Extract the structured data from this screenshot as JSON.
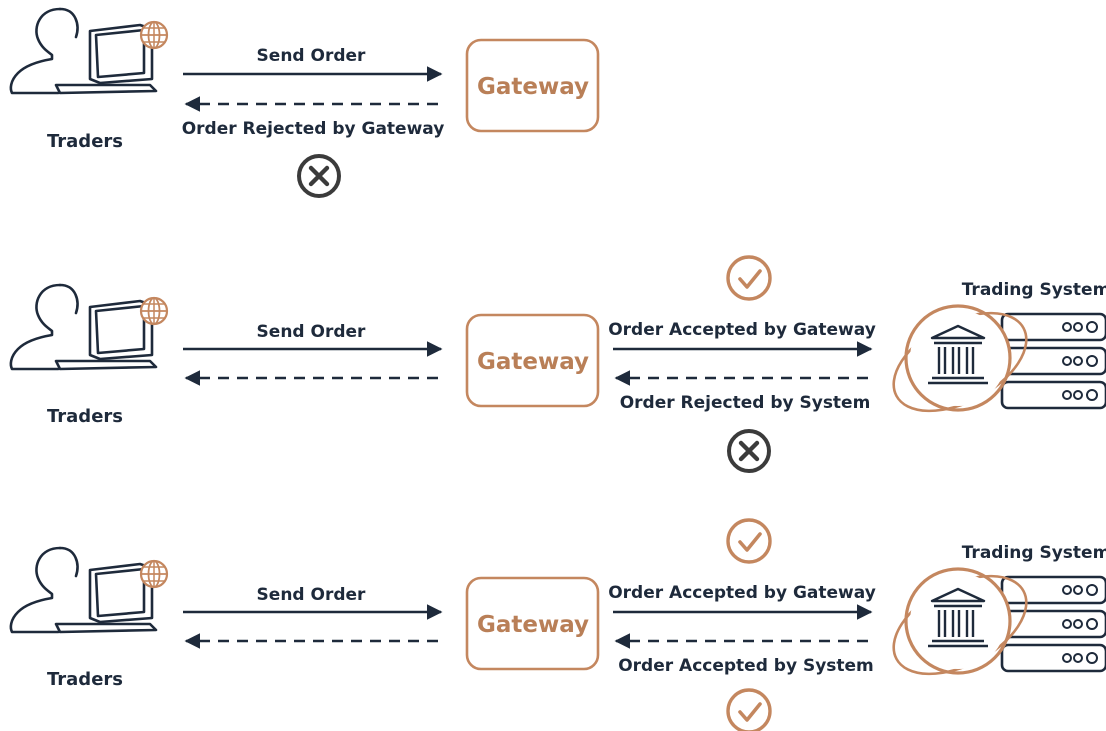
{
  "colors": {
    "ink": "#1e2a3b",
    "accent": "#c4875f",
    "status_icon": "#3b3b3b",
    "background": "#ffffff"
  },
  "rows": [
    {
      "actor_label": "Traders",
      "send_label": "Send Order",
      "gateway_label": "Gateway",
      "gateway_return_label": "Order Rejected by Gateway",
      "gateway_status": "rejected"
    },
    {
      "actor_label": "Traders",
      "send_label": "Send Order",
      "gateway_label": "Gateway",
      "forward_label": "Order Accepted by Gateway",
      "gateway_status": "accepted",
      "system_return_label": "Order Rejected by System",
      "system_status": "rejected",
      "system_label": "Trading System"
    },
    {
      "actor_label": "Traders",
      "send_label": "Send Order",
      "gateway_label": "Gateway",
      "forward_label": "Order Accepted by Gateway",
      "gateway_status": "accepted",
      "system_return_label": "Order Accepted by System",
      "system_status": "accepted",
      "system_label": "Trading System"
    }
  ],
  "icons": {
    "actor": "trader-laptop-globe-icon",
    "accepted": "check-circle-icon",
    "rejected": "x-circle-icon",
    "system": "bank-server-icon"
  }
}
